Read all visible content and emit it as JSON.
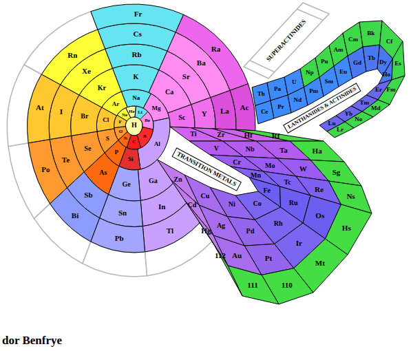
{
  "diagram": {
    "caption": "dor Benfrye",
    "nodes": [
      {
        "text": [
          "H"
        ]
      },
      {
        "text": [
          "He"
        ]
      },
      {
        "text": [
          "Li"
        ]
      },
      {
        "text": [
          "Be"
        ]
      },
      {
        "text": [
          "B"
        ]
      },
      {
        "text": [
          "C"
        ]
      },
      {
        "text": [
          "N"
        ]
      },
      {
        "text": [
          "O"
        ]
      },
      {
        "text": [
          "F"
        ]
      },
      {
        "text": [
          "Ne"
        ]
      },
      {
        "text": [
          "Na"
        ]
      },
      {
        "text": [
          "Mg"
        ]
      },
      {
        "text": [
          "Al"
        ]
      },
      {
        "text": [
          "Si"
        ]
      },
      {
        "text": [
          "P"
        ]
      },
      {
        "text": [
          "S"
        ]
      },
      {
        "text": [
          "Cl"
        ]
      },
      {
        "text": [
          "Ar"
        ]
      },
      {
        "text": [
          "K"
        ]
      },
      {
        "text": [
          "Ca"
        ]
      },
      {
        "text": [
          "Sc"
        ]
      },
      {
        "text": [
          "Ti"
        ]
      },
      {
        "text": [
          "V"
        ]
      },
      {
        "text": [
          "Cr"
        ]
      },
      {
        "text": [
          "Mn"
        ]
      },
      {
        "text": [
          "Fe"
        ]
      },
      {
        "text": [
          "Co"
        ]
      },
      {
        "text": [
          "Ni"
        ]
      },
      {
        "text": [
          "Cu"
        ]
      },
      {
        "text": [
          "Zn"
        ]
      },
      {
        "text": [
          "Ga"
        ]
      },
      {
        "text": [
          "Ge"
        ]
      },
      {
        "text": [
          "As"
        ]
      },
      {
        "text": [
          "Se"
        ]
      },
      {
        "text": [
          "Br"
        ]
      },
      {
        "text": [
          "Kr"
        ]
      },
      {
        "text": [
          "Rb"
        ]
      },
      {
        "text": [
          "Sr"
        ]
      },
      {
        "text": [
          "Y"
        ]
      },
      {
        "text": [
          "Zr"
        ]
      },
      {
        "text": [
          "Nb"
        ]
      },
      {
        "text": [
          "Mo"
        ]
      },
      {
        "text": [
          "Tc"
        ]
      },
      {
        "text": [
          "Ru"
        ]
      },
      {
        "text": [
          "Rh"
        ]
      },
      {
        "text": [
          "Pd"
        ]
      },
      {
        "text": [
          "Ag"
        ]
      },
      {
        "text": [
          "Cd"
        ]
      },
      {
        "text": [
          "In"
        ]
      },
      {
        "text": [
          "Sn"
        ]
      },
      {
        "text": [
          "Sb"
        ]
      },
      {
        "text": [
          "Te"
        ]
      },
      {
        "text": [
          "I"
        ]
      },
      {
        "text": [
          "Xe"
        ]
      },
      {
        "text": [
          "Cs"
        ]
      },
      {
        "text": [
          "Ba"
        ]
      },
      {
        "text": [
          "La"
        ]
      },
      {
        "text": [
          "Ce"
        ]
      },
      {
        "text": [
          "Pr"
        ]
      },
      {
        "text": [
          "Nd"
        ]
      },
      {
        "text": [
          "Pm"
        ]
      },
      {
        "text": [
          "Sm"
        ]
      },
      {
        "text": [
          "Eu"
        ]
      },
      {
        "text": [
          "Gd"
        ]
      },
      {
        "text": [
          "Tb"
        ]
      },
      {
        "text": [
          "Dy"
        ]
      },
      {
        "text": [
          "Ho"
        ]
      },
      {
        "text": [
          "Er"
        ]
      },
      {
        "text": [
          "Tm"
        ]
      },
      {
        "text": [
          "Yb"
        ]
      },
      {
        "text": [
          "Lu"
        ]
      },
      {
        "text": [
          "Hf"
        ]
      },
      {
        "text": [
          "Ta"
        ]
      },
      {
        "text": [
          "W"
        ]
      },
      {
        "text": [
          "Re"
        ]
      },
      {
        "text": [
          "Os"
        ]
      },
      {
        "text": [
          "Ir"
        ]
      },
      {
        "text": [
          "Pt"
        ]
      },
      {
        "text": [
          "Au"
        ]
      },
      {
        "text": [
          "Hg"
        ]
      },
      {
        "text": [
          "Tl"
        ]
      },
      {
        "text": [
          "Pb"
        ]
      },
      {
        "text": [
          "Bi"
        ]
      },
      {
        "text": [
          "Po"
        ]
      },
      {
        "text": [
          "At"
        ]
      },
      {
        "text": [
          "Rn"
        ]
      },
      {
        "text": [
          "Fr"
        ]
      },
      {
        "text": [
          "Ra"
        ]
      },
      {
        "text": [
          "Ac"
        ]
      },
      {
        "text": [
          "Th"
        ]
      },
      {
        "text": [
          "Pa"
        ]
      },
      {
        "text": [
          "U"
        ]
      },
      {
        "text": [
          "Np"
        ]
      },
      {
        "text": [
          "Pu"
        ]
      },
      {
        "text": [
          "Am"
        ]
      },
      {
        "text": [
          "Cm"
        ]
      },
      {
        "text": [
          "Bk"
        ]
      },
      {
        "text": [
          "Cf"
        ]
      },
      {
        "text": [
          "Es"
        ]
      },
      {
        "text": [
          "Fm"
        ]
      },
      {
        "text": [
          "Md"
        ]
      },
      {
        "text": [
          "No"
        ]
      },
      {
        "text": [
          "Lr"
        ]
      },
      {
        "text": [
          "Rf"
        ]
      },
      {
        "text": [
          "Ha"
        ]
      },
      {
        "text": [
          "Sg"
        ]
      },
      {
        "text": [
          "Ns"
        ]
      },
      {
        "text": [
          "Hs"
        ]
      },
      {
        "text": [
          "Mt"
        ]
      },
      {
        "text": [
          "110"
        ]
      },
      {
        "text": [
          "111"
        ]
      },
      {
        "text": [
          "112"
        ]
      }
    ],
    "labels": [
      "SUPERACTINIDES",
      "LANTHANIDES & ACTINIDES",
      "TRANSITION METALS"
    ]
  }
}
